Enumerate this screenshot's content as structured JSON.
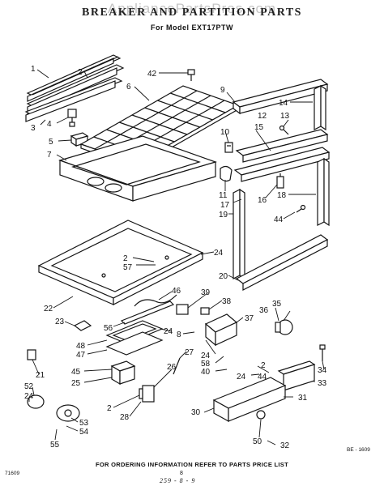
{
  "header": {
    "watermark": "AppliancePartsPros.com",
    "title": "BREAKER AND PARTITION PARTS",
    "subtitle": "For Model  EXT17PTW"
  },
  "footer": {
    "instruction": "FOR ORDERING INFORMATION REFER TO PARTS PRICE LIST",
    "left_code": "71609",
    "right_code": "BE - 1609",
    "page_mark": "8",
    "handwritten": "259 - 8 - 9"
  },
  "callouts": [
    "1",
    "2",
    "3",
    "4",
    "5",
    "6",
    "7",
    "42",
    "9",
    "14",
    "12",
    "13",
    "15",
    "10",
    "11",
    "16",
    "17",
    "18",
    "19",
    "44",
    "2",
    "57",
    "24",
    "20",
    "22",
    "46",
    "39",
    "38",
    "36",
    "35",
    "37",
    "23",
    "56",
    "24",
    "48",
    "47",
    "8",
    "24",
    "58",
    "40",
    "34",
    "21",
    "27",
    "2",
    "24",
    "44",
    "26",
    "33",
    "45",
    "25",
    "52",
    "24",
    "2",
    "31",
    "28",
    "30",
    "50",
    "32",
    "53",
    "54",
    "55"
  ],
  "colors": {
    "ink": "#151515",
    "paper": "#ffffff",
    "watermark": "#969696"
  }
}
